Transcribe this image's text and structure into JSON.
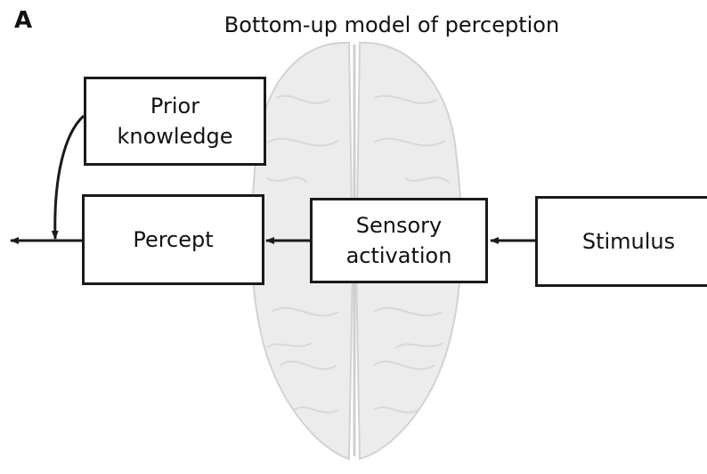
{
  "panel_label": "A",
  "title": "Bottom-up model of perception",
  "nodes": {
    "prior_knowledge": "Prior\nknowledge",
    "percept": "Percept",
    "sensory_activation": "Sensory\nactivation",
    "stimulus": "Stimulus"
  },
  "colors": {
    "line": "#1a1a1a",
    "brain_fill": "#e9e9e9",
    "brain_stroke": "#cfcfcf"
  }
}
